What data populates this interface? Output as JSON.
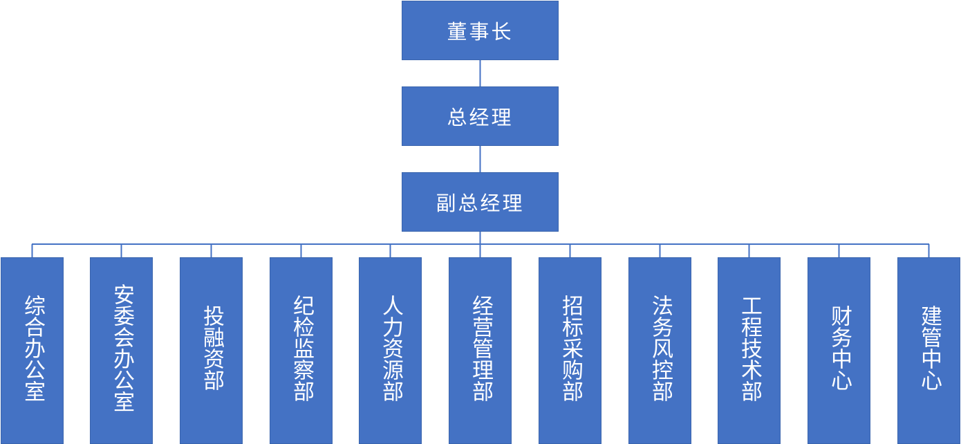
{
  "colors": {
    "box_fill": "#4472c4",
    "box_border": "#3a65ad",
    "connector": "#4472c4",
    "text": "#ffffff"
  },
  "top_levels": [
    {
      "label": "董事长"
    },
    {
      "label": "总经理"
    },
    {
      "label": "副总经理"
    }
  ],
  "departments": [
    {
      "label": "综合办公室"
    },
    {
      "label": "安委会办公室"
    },
    {
      "label": "投融资部"
    },
    {
      "label": "纪检监察部"
    },
    {
      "label": "人力资源部"
    },
    {
      "label": "经营管理部"
    },
    {
      "label": "招标采购部"
    },
    {
      "label": "法务风控部"
    },
    {
      "label": "工程技术部"
    },
    {
      "label": "财务中心"
    },
    {
      "label": "建管中心"
    }
  ]
}
